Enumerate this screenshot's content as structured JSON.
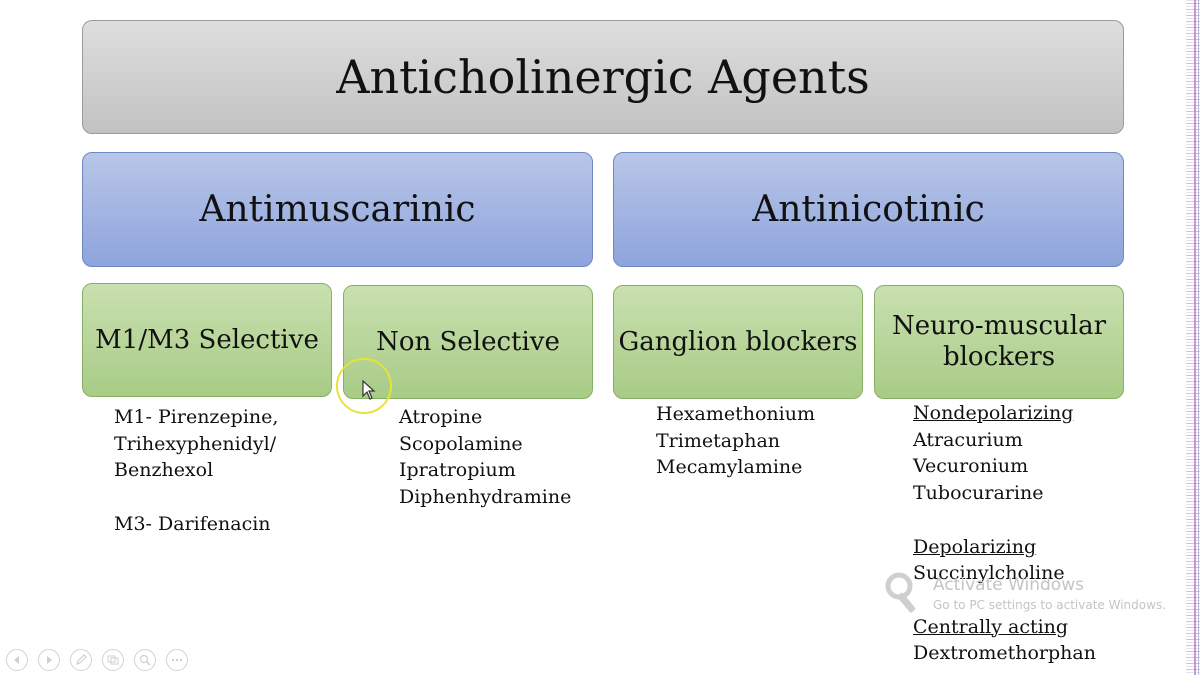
{
  "title": "Anticholinergic Agents",
  "categories": {
    "antimuscarinic": "Antimuscarinic",
    "antinicotinic": "Antinicotinic"
  },
  "subcategories": {
    "m1m3": "M1/M3 Selective",
    "nonselective": "Non Selective",
    "ganglion": "Ganglion blockers",
    "neuromuscular": [
      "Neuro-muscular",
      "blockers"
    ]
  },
  "lists": {
    "m1m3": [
      "M1-  Pirenzepine,",
      "Trihexyphenidyl/",
      "Benzhexol",
      "",
      "M3- Darifenacin"
    ],
    "nonselective": [
      "Atropine",
      "Scopolamine",
      "Ipratropium",
      "Diphenhydramine"
    ],
    "ganglion": [
      "Hexamethonium",
      "Trimetaphan",
      "Mecamylamine"
    ],
    "neuromuscular": {
      "nondepolarizing_heading": "Nondepolarizing",
      "nondepolarizing": [
        "Atracurium",
        "Vecuronium",
        "Tubocurarine"
      ],
      "depolarizing_heading": "Depolarizing",
      "depolarizing": [
        "Succinylcholine"
      ],
      "central_heading": "Centrally acting",
      "central": [
        "Dextromethorphan"
      ]
    }
  },
  "watermark": {
    "title": "Activate Windows",
    "subtitle": "Go to PC settings to activate Windows.",
    "icon": "key-icon"
  },
  "controls": [
    "prev-icon",
    "next-icon",
    "pen-icon",
    "slides-icon",
    "zoom-icon",
    "more-icon"
  ]
}
